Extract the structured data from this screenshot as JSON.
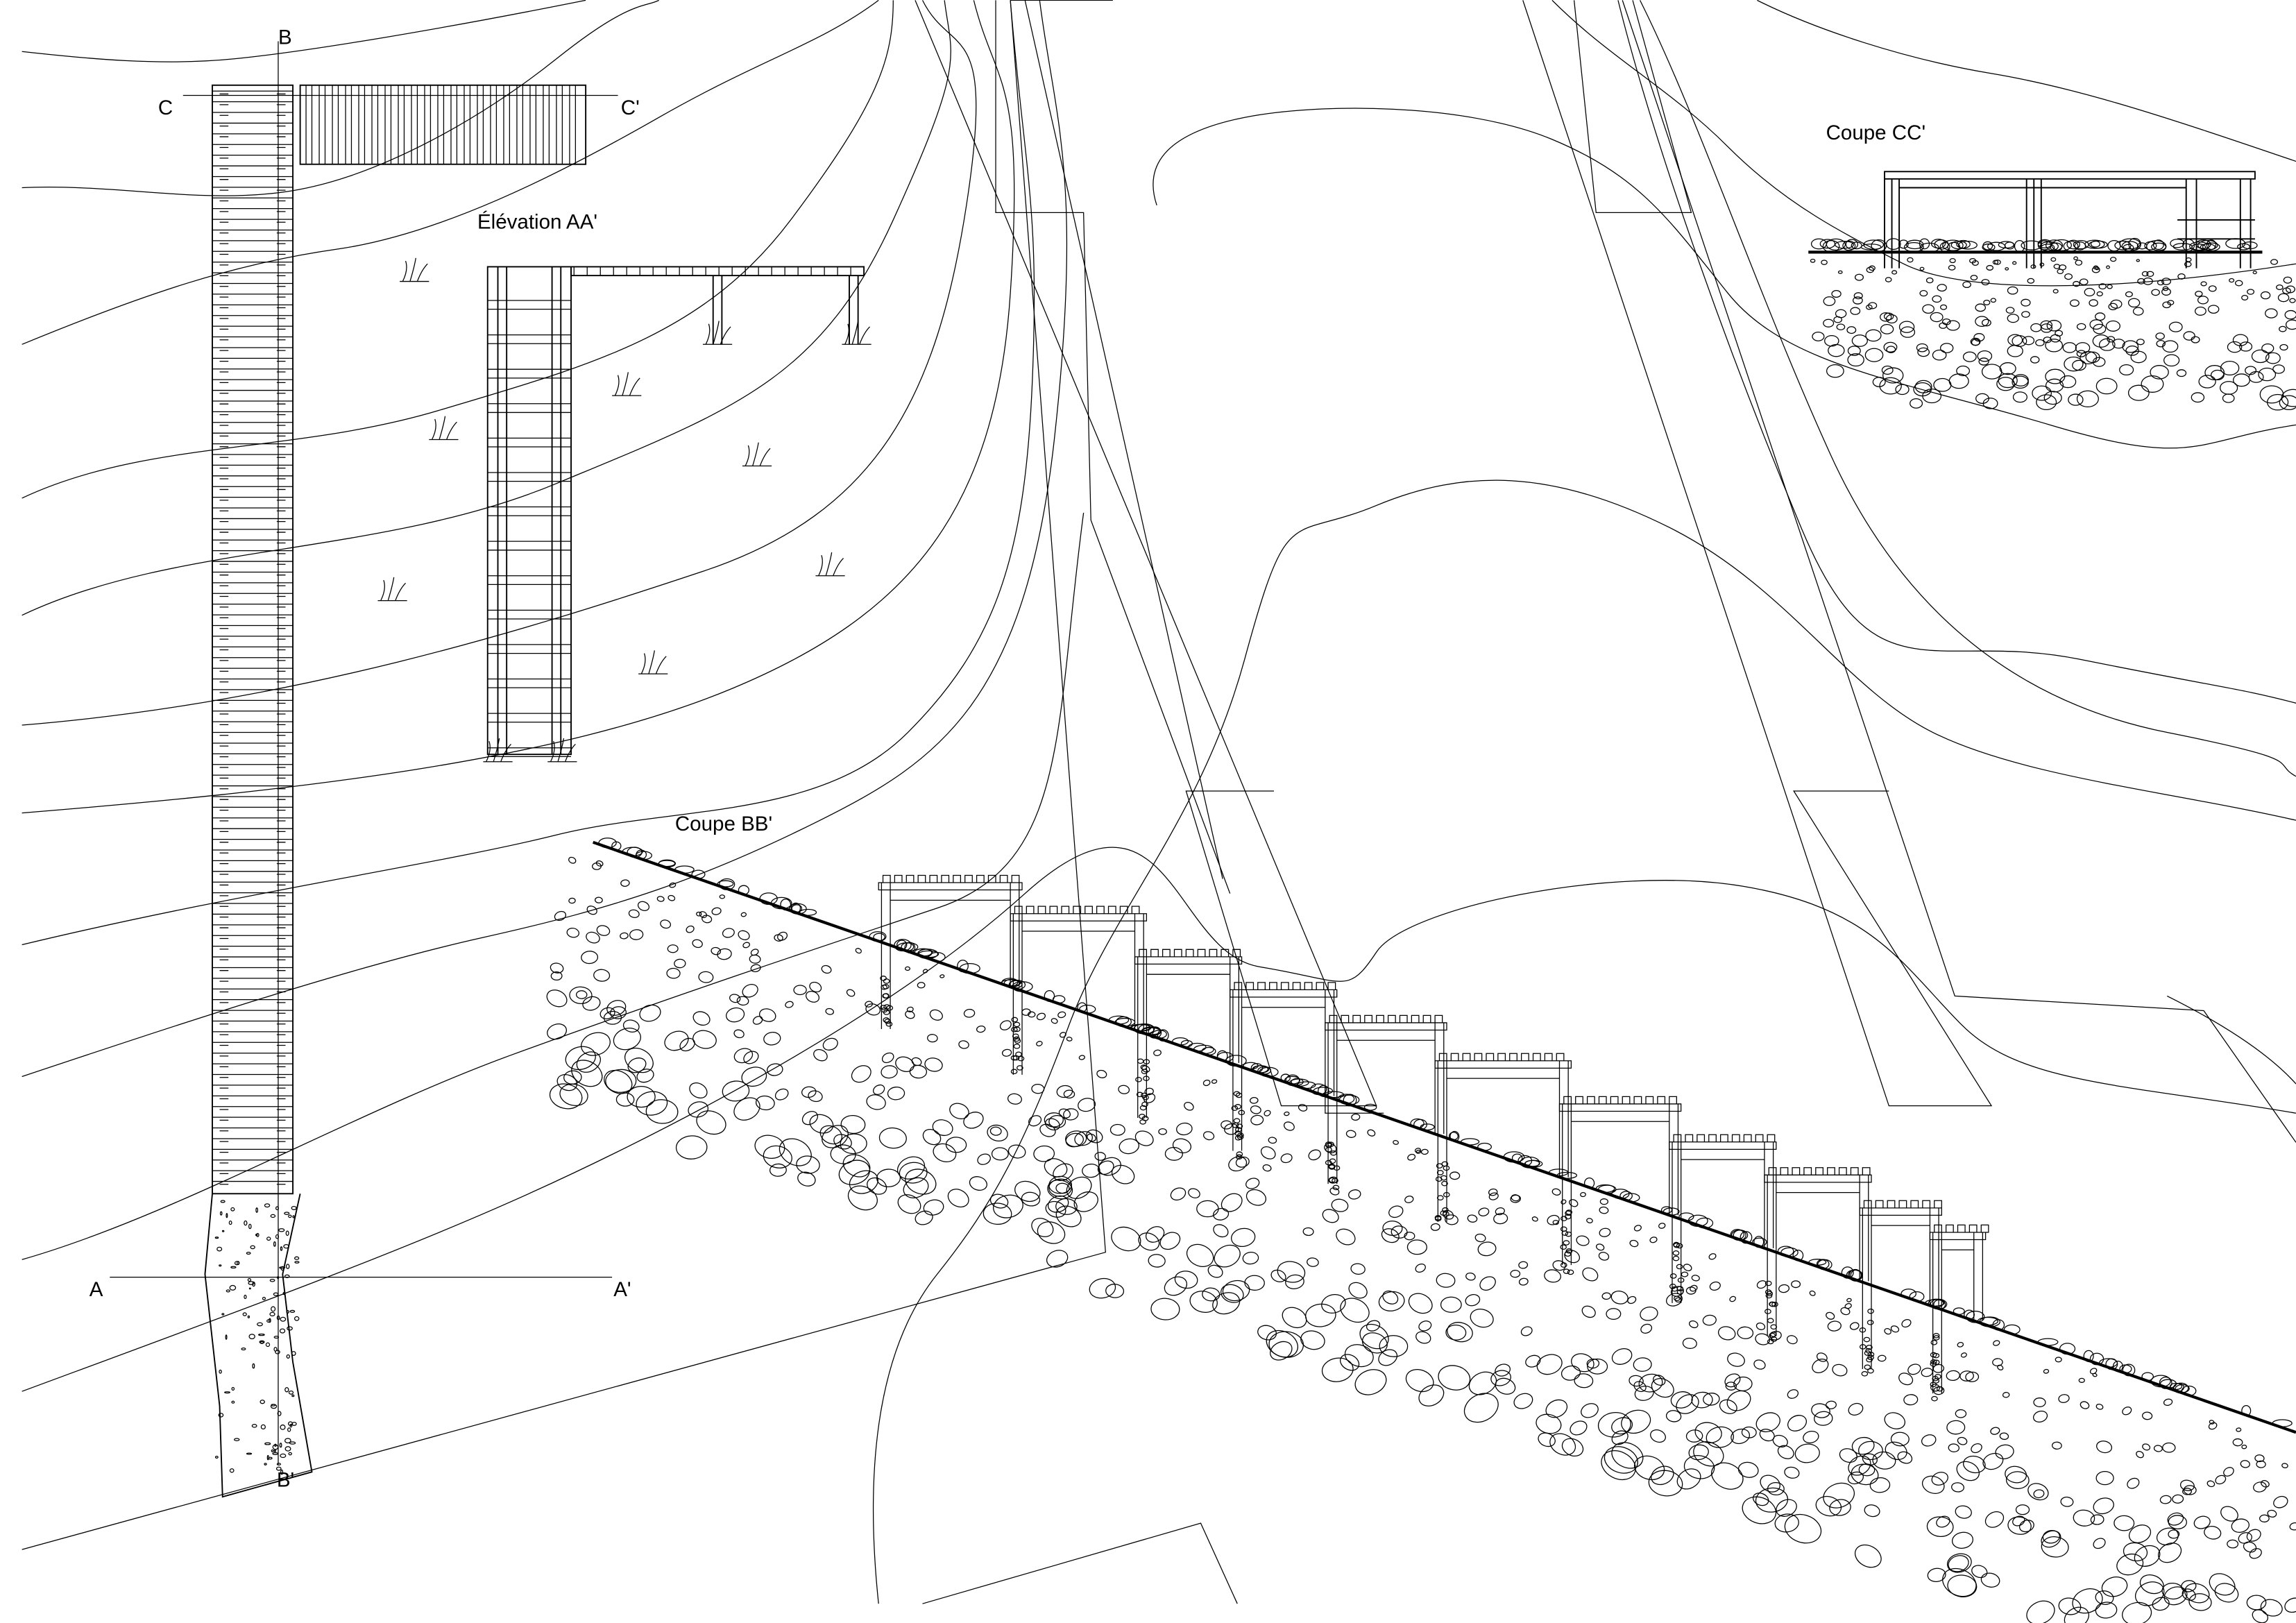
{
  "drawing": {
    "section_marks": {
      "b_top": "B",
      "b_bottom": "B'",
      "c_left": "C",
      "c_right": "C'",
      "a_left": "A",
      "a_right": "A'"
    },
    "view_titles": {
      "elevation_aa": "Élévation AA'",
      "section_bb": "Coupe BB'",
      "section_cc": "Coupe CC'"
    }
  }
}
